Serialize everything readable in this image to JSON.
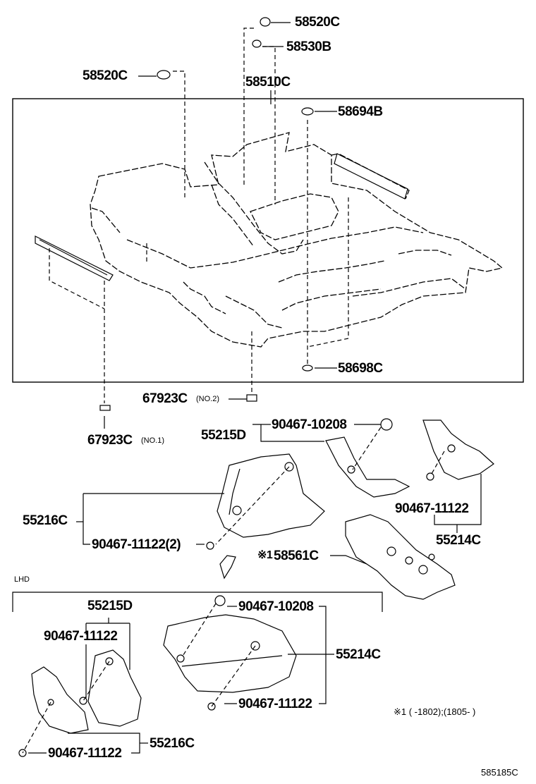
{
  "labels": {
    "p58520c_top": "58520C",
    "p58530b": "58530B",
    "p58520c_left": "58520C",
    "p58510c": "58510C",
    "p58694b": "58694B",
    "p58698c": "58698C",
    "p67923c_no2": "67923C",
    "p67923c_no2_note": "(NO.2)",
    "p67923c_no1": "67923C",
    "p67923c_no1_note": "(NO.1)",
    "p55215d_rhd": "55215D",
    "p90467_10208_rhd": "90467-10208",
    "p55216c_rhd": "55216C",
    "p90467_11122_2": "90467-11122(2)",
    "p90467_11122_right": "90467-11122",
    "p55214c_rhd": "55214C",
    "p58561c_mark": "※1",
    "p58561c": "58561C",
    "lhd_title": "LHD",
    "p55215d_lhd": "55215D",
    "p90467_11122_lhd_a": "90467-11122",
    "p90467_10208_lhd": "90467-10208",
    "p55214c_lhd": "55214C",
    "p90467_11122_lhd_b": "90467-11122",
    "p55216c_lhd": "55216C",
    "p90467_11122_lhd_c": "90467-11122",
    "footnote": "※1 (      -1802);(1805-      )",
    "page_code": "585185C"
  }
}
